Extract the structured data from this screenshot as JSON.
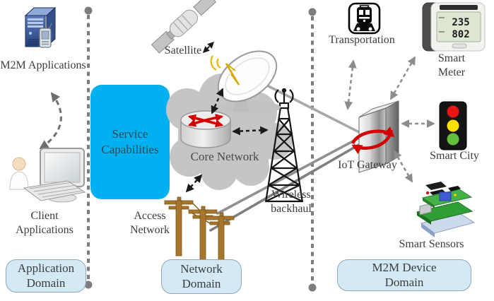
{
  "application_domain": {
    "m2m_applications_label": "M2M Applications",
    "client_applications_label": "Client Applications",
    "badge_label": "Application Domain"
  },
  "network_domain": {
    "service_capabilities_label": "Service Capabilities",
    "satellite_label": "Satellite",
    "core_network_label": "Core Network",
    "access_network_label": "Access Network",
    "wireless_backhaul_label": "Wireless backhaul",
    "badge_label": "Network Domain"
  },
  "device_domain": {
    "transportation_label": "Transportation",
    "smart_meter_label": "Smart Meter",
    "iot_gateway_label": "IoT Gateway",
    "smart_city_label": "Smart City",
    "smart_sensors_label": "Smart Sensors",
    "badge_label": "M2M Device Domain",
    "meter_display": {
      "reading_top": "235",
      "reading_bottom": "802"
    }
  },
  "colors": {
    "service_capabilities_box": "#00b0f0",
    "domain_badge_fill": "#d3e9f5",
    "cloud_fill": "#c5c5c5",
    "router_arrows_red": "#d40000",
    "traffic_light_red": "#e81515",
    "traffic_light_yellow": "#ffdf00",
    "traffic_light_green": "#63bf3c"
  },
  "icons": [
    "m2m-server-icon",
    "client-workstation-icon",
    "satellite-icon",
    "satellite-dish-icon",
    "core-router-icon",
    "cell-tower-icon",
    "utility-poles-icon",
    "iot-gateway-icon",
    "train-icon",
    "smart-meter-icon",
    "traffic-light-icon",
    "sensor-board-icon"
  ]
}
